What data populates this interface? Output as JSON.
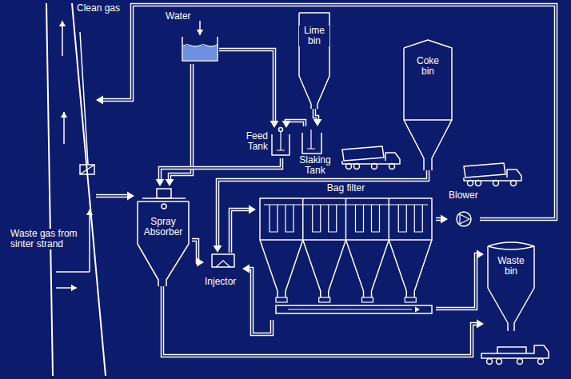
{
  "diagram": {
    "nodes": [
      {
        "text": [
          "Clean gas",
          "Waste gas from sinter strand"
        ]
      },
      {
        "text": [
          "Water"
        ]
      },
      {
        "text": [
          "Lime bin"
        ]
      },
      {
        "text": [
          "Feed Tank"
        ]
      },
      {
        "text": [
          "Slaking Tank"
        ]
      },
      {
        "text": [
          "Coke bin"
        ]
      },
      {
        "text": [
          "Spray Absorber"
        ]
      },
      {
        "text": [
          "Bag filter"
        ]
      },
      {
        "text": [
          "Blower"
        ]
      },
      {
        "text": [
          "Injector"
        ]
      },
      {
        "text": [
          "Waste bin"
        ]
      }
    ],
    "edges": [
      {
        "from": 0,
        "to": 6,
        "arrow": "to"
      },
      {
        "from": 1,
        "to": 6,
        "arrow": "to"
      },
      {
        "from": 1,
        "to": 3,
        "arrow": "to"
      },
      {
        "from": 2,
        "to": 4,
        "arrow": "to"
      },
      {
        "from": 4,
        "to": 3,
        "arrow": "to"
      },
      {
        "from": 3,
        "to": 6,
        "arrow": "to"
      },
      {
        "from": 6,
        "to": 9,
        "arrow": "to"
      },
      {
        "from": 5,
        "to": 9,
        "arrow": "to"
      },
      {
        "from": 9,
        "to": 7,
        "arrow": "to"
      },
      {
        "from": 7,
        "to": 8,
        "arrow": "to"
      },
      {
        "from": 8,
        "to": 0,
        "arrow": "to"
      },
      {
        "from": 7,
        "to": 10,
        "arrow": "to"
      },
      {
        "from": 6,
        "to": 10,
        "arrow": "to"
      },
      {
        "from": 7,
        "to": 9,
        "arrow": "to"
      }
    ]
  }
}
